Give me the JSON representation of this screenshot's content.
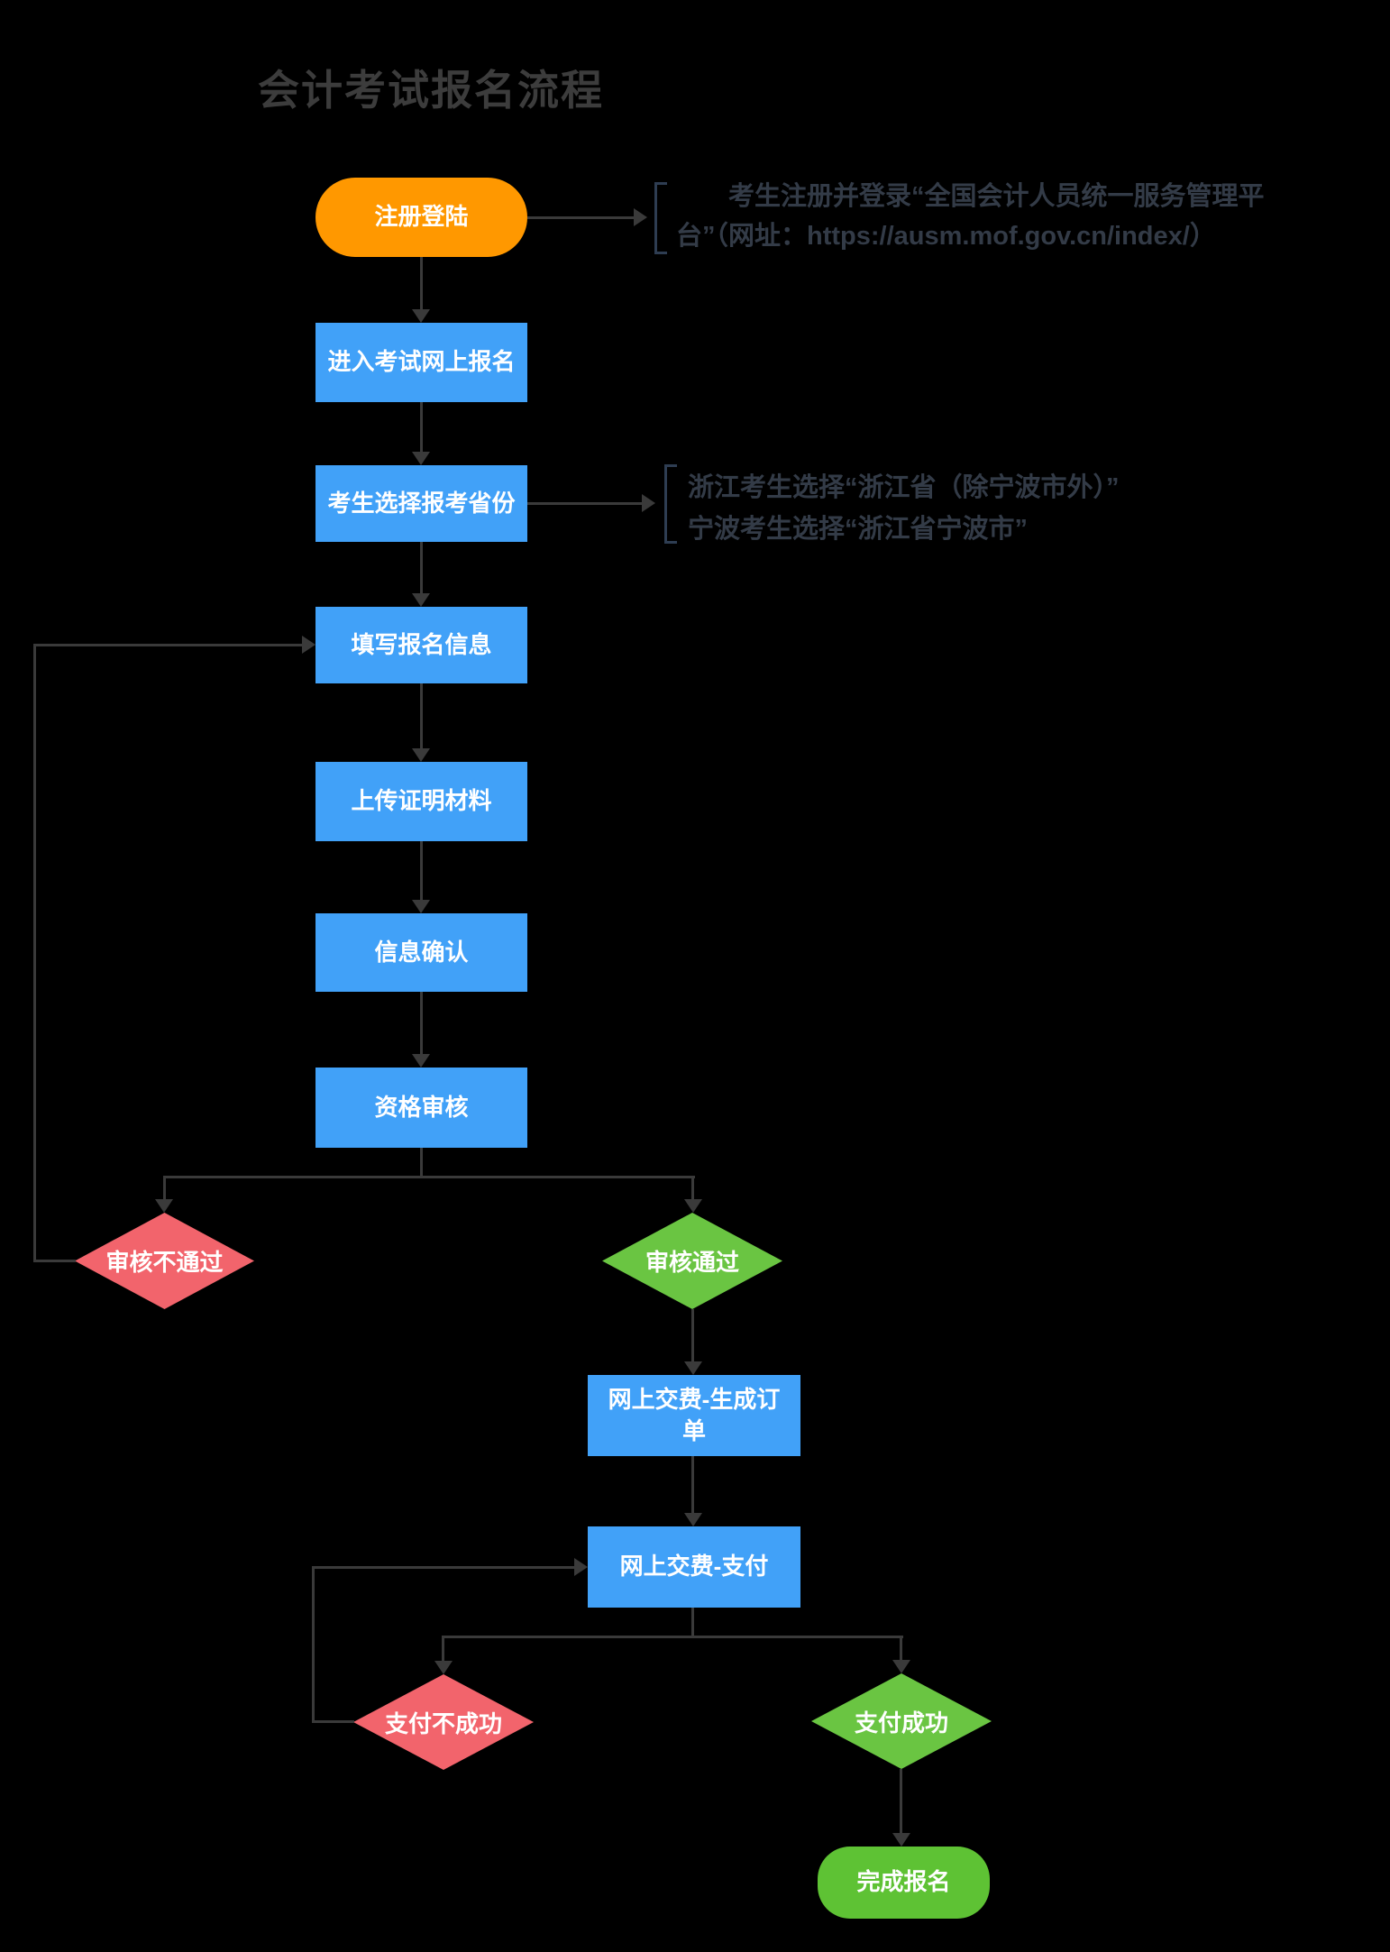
{
  "page": {
    "title": "会计考试报名流程",
    "background": "#000000"
  },
  "colors": {
    "start_node": "#FF9800",
    "process_node": "#41A1F8",
    "fail_node": "#F2646C",
    "pass_node": "#6AC542",
    "done_node": "#5EC234",
    "node_text": "#FFFFFF",
    "connector": "#3A3A3A",
    "bracket": "#2E3D52",
    "note_text": "#333B47",
    "title_text": "#3C3C3C"
  },
  "nodes": {
    "start": {
      "label": "注册登陆",
      "shape": "rounded",
      "color": "#FF9800"
    },
    "enter": {
      "label": "进入考试网上报名",
      "shape": "rect",
      "color": "#41A1F8"
    },
    "province": {
      "label": "考生选择报考省份",
      "shape": "rect",
      "color": "#41A1F8"
    },
    "fill": {
      "label": "填写报名信息",
      "shape": "rect",
      "color": "#41A1F8"
    },
    "upload": {
      "label": "上传证明材料",
      "shape": "rect",
      "color": "#41A1F8"
    },
    "confirm": {
      "label": "信息确认",
      "shape": "rect",
      "color": "#41A1F8"
    },
    "review": {
      "label": "资格审核",
      "shape": "rect",
      "color": "#41A1F8"
    },
    "review_fail": {
      "label": "审核不通过",
      "shape": "diamond",
      "color": "#F2646C"
    },
    "review_pass": {
      "label": "审核通过",
      "shape": "diamond",
      "color": "#6AC542"
    },
    "order": {
      "label": "网上交费-生成订单",
      "shape": "rect",
      "color": "#41A1F8"
    },
    "pay": {
      "label": "网上交费-支付",
      "shape": "rect",
      "color": "#41A1F8"
    },
    "pay_fail": {
      "label": "支付不成功",
      "shape": "diamond",
      "color": "#F2646C"
    },
    "pay_success": {
      "label": "支付成功",
      "shape": "diamond",
      "color": "#6AC542"
    },
    "done": {
      "label": "完成报名",
      "shape": "rounded",
      "color": "#5EC234"
    }
  },
  "annotations": {
    "register": {
      "text": "考生注册并登录“全国会计人员统一服务管理平\n台”（网址：https://ausm.mof.gov.cn/index/）"
    },
    "province": {
      "text": "浙江考生选择“浙江省（除宁波市外）”\n宁波考生选择“浙江省宁波市”"
    }
  },
  "edges": [
    {
      "from": "start",
      "to": "enter"
    },
    {
      "from": "start",
      "to": "note-register"
    },
    {
      "from": "enter",
      "to": "province"
    },
    {
      "from": "province",
      "to": "note-province"
    },
    {
      "from": "province",
      "to": "fill"
    },
    {
      "from": "fill",
      "to": "upload"
    },
    {
      "from": "upload",
      "to": "confirm"
    },
    {
      "from": "confirm",
      "to": "review"
    },
    {
      "from": "review",
      "to": "review_fail"
    },
    {
      "from": "review",
      "to": "review_pass"
    },
    {
      "from": "review_fail",
      "to": "fill"
    },
    {
      "from": "review_pass",
      "to": "order"
    },
    {
      "from": "order",
      "to": "pay"
    },
    {
      "from": "pay",
      "to": "pay_fail"
    },
    {
      "from": "pay",
      "to": "pay_success"
    },
    {
      "from": "pay_fail",
      "to": "pay"
    },
    {
      "from": "pay_success",
      "to": "done"
    }
  ]
}
